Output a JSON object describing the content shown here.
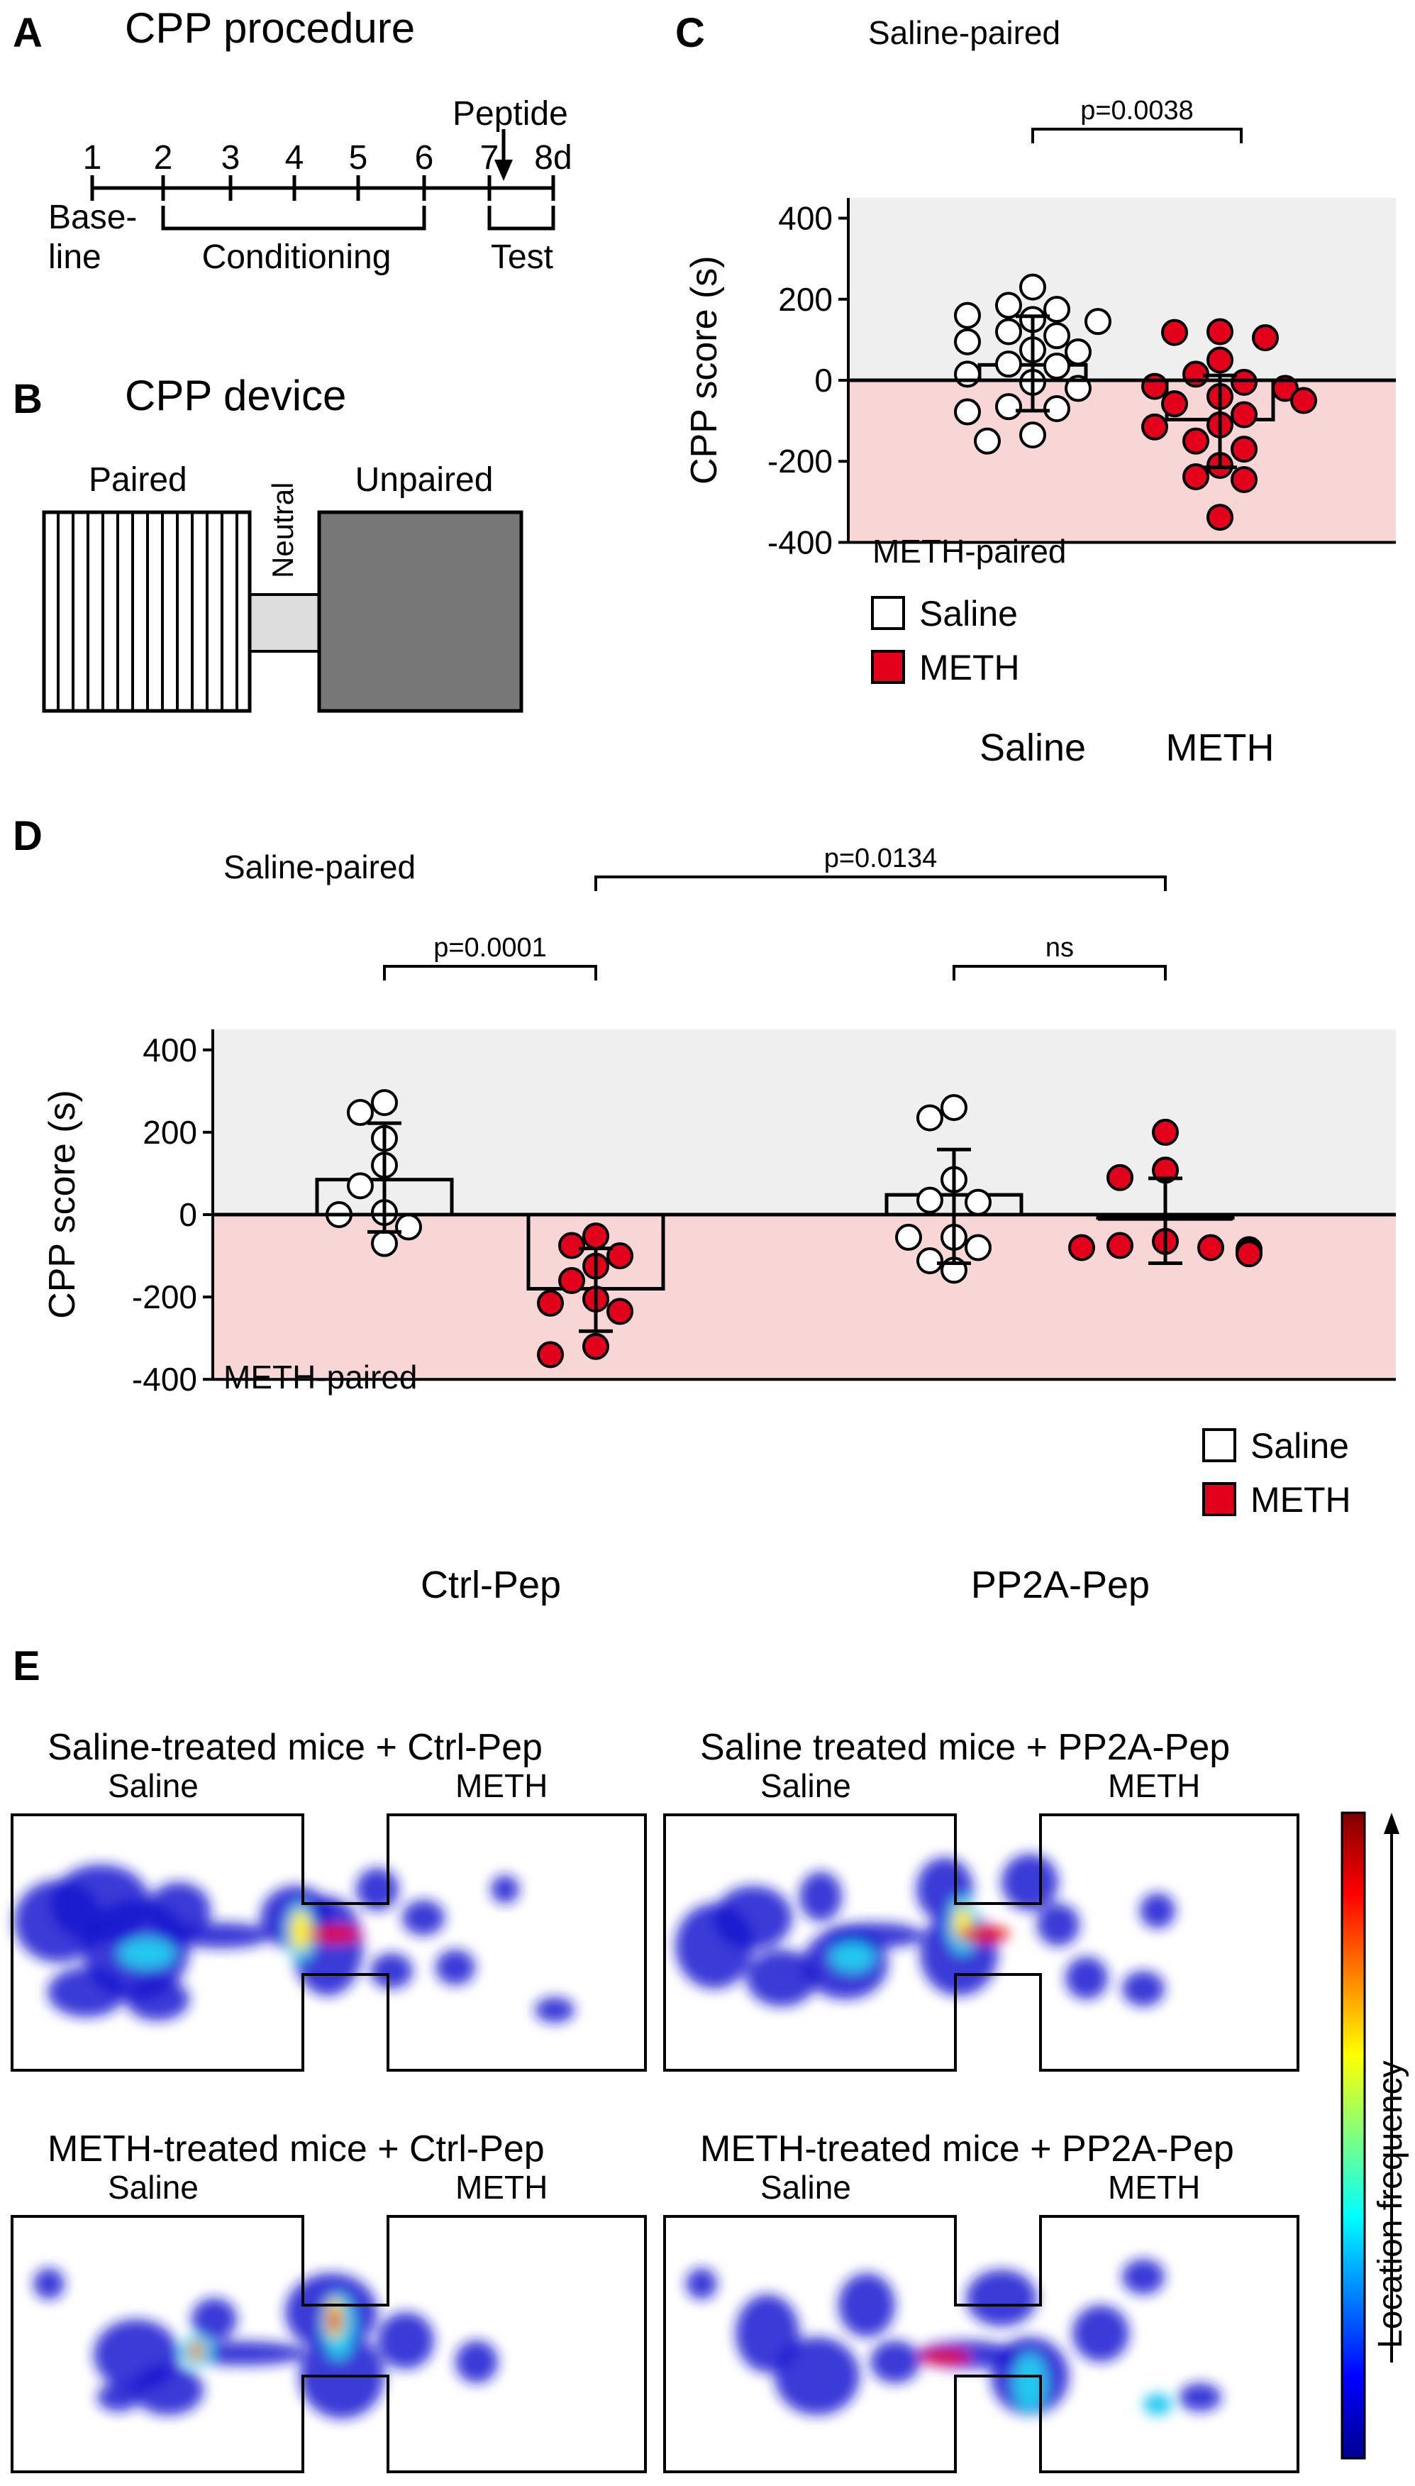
{
  "colors": {
    "meth_fill": "#e3001b",
    "saline_fill": "#ffffff",
    "upper_band": "#efefef",
    "lower_band": "#f9d6d6",
    "device_unpaired": "#777777",
    "device_neutral": "#dddddd",
    "axis": "#000000"
  },
  "panelA": {
    "letter": "A",
    "title": "CPP procedure",
    "peptide": "Peptide",
    "days": [
      "1",
      "2",
      "3",
      "4",
      "5",
      "6",
      "7",
      "8d"
    ],
    "baseline": [
      "Base-",
      "line"
    ],
    "conditioning": "Conditioning",
    "test": "Test"
  },
  "panelB": {
    "letter": "B",
    "title": "CPP device",
    "paired": "Paired",
    "neutral": "Neutral",
    "unpaired": "Unpaired"
  },
  "panelC": {
    "letter": "C"
  },
  "panelD": {
    "letter": "D"
  },
  "panelE": {
    "letter": "E",
    "maps": [
      {
        "title": "Saline-treated mice + Ctrl-Pep",
        "left": "Saline",
        "right": "METH"
      },
      {
        "title": "Saline treated mice + PP2A-Pep",
        "left": "Saline",
        "right": "METH"
      },
      {
        "title": "METH-treated mice + Ctrl-Pep",
        "left": "Saline",
        "right": "METH"
      },
      {
        "title": "METH-treated mice + PP2A-Pep",
        "left": "Saline",
        "right": "METH"
      }
    ],
    "colorbar_label": "Location frequency"
  },
  "chart_data": [
    {
      "type": "bar",
      "panel": "C",
      "ylabel": "CPP score (s)",
      "ylim": [
        -400,
        450
      ],
      "yticks": [
        "400",
        "200",
        "0",
        "-200",
        "-400"
      ],
      "categories": [
        "Saline",
        "METH"
      ],
      "region_labels": {
        "upper": "Saline-paired",
        "lower": "METH-paired"
      },
      "legend": [
        "Saline",
        "METH"
      ],
      "legend_placement": "bottom-left",
      "series": [
        {
          "name": "Saline",
          "mean": 38,
          "error": [
            -75,
            158
          ],
          "points": [
            230,
            185,
            175,
            160,
            150,
            145,
            120,
            110,
            95,
            75,
            70,
            40,
            35,
            15,
            -5,
            -20,
            -65,
            -70,
            -78,
            -135,
            -150
          ]
        },
        {
          "name": "METH",
          "mean": -97,
          "error": [
            -215,
            12
          ],
          "points": [
            120,
            118,
            105,
            50,
            15,
            -5,
            -15,
            -20,
            -40,
            -50,
            -58,
            -85,
            -110,
            -115,
            -150,
            -170,
            -210,
            -238,
            -245,
            -338
          ]
        }
      ],
      "significance": [
        {
          "label": "p=0.0038",
          "from": 0,
          "to": 1
        }
      ]
    },
    {
      "type": "bar",
      "panel": "D",
      "ylabel": "CPP score (s)",
      "ylim": [
        -400,
        450
      ],
      "yticks": [
        "400",
        "200",
        "0",
        "-200",
        "-400"
      ],
      "categories": [
        "Ctrl-Pep",
        "PP2A-Pep"
      ],
      "region_labels": {
        "upper": "Saline-paired",
        "lower": "METH-paired"
      },
      "legend": [
        "Saline",
        "METH"
      ],
      "legend_placement": "bottom-right",
      "series": [
        {
          "name": "Saline",
          "means": [
            85,
            48
          ],
          "errors": [
            [
              -42,
              222
            ],
            [
              -118,
              158
            ]
          ],
          "points": [
            [
              272,
              248,
              185,
              120,
              70,
              5,
              0,
              -30,
              -70
            ],
            [
              260,
              235,
              85,
              35,
              30,
              -55,
              -55,
              -80,
              -112,
              -135
            ]
          ]
        },
        {
          "name": "METH",
          "means": [
            -180,
            -8
          ],
          "errors": [
            [
              -283,
              -82
            ],
            [
              -118,
              88
            ]
          ],
          "points": [
            [
              -52,
              -75,
              -100,
              -125,
              -160,
              -205,
              -215,
              -235,
              -320,
              -340
            ],
            [
              200,
              108,
              90,
              -65,
              -75,
              -80,
              -80,
              -85,
              -90,
              -95
            ]
          ]
        }
      ],
      "significance": [
        {
          "label": "p=0.0001",
          "group": 0
        },
        {
          "label": "ns",
          "group": 1
        },
        {
          "label": "p=0.0134",
          "between": [
            "Ctrl-Pep METH",
            "PP2A-Pep METH"
          ]
        }
      ]
    }
  ]
}
